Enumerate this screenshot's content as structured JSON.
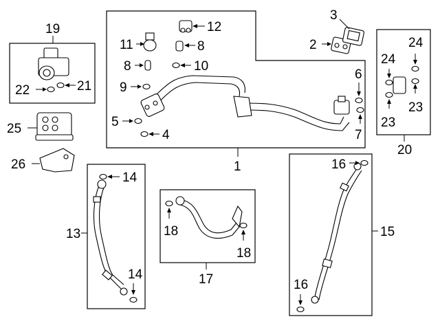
{
  "callouts": {
    "n1": "1",
    "n2": "2",
    "n3": "3",
    "n4": "4",
    "n5": "5",
    "n6": "6",
    "n7": "7",
    "n8a": "8",
    "n8b": "8",
    "n9": "9",
    "n10": "10",
    "n11": "11",
    "n12": "12",
    "n13": "13",
    "n14a": "14",
    "n14b": "14",
    "n15": "15",
    "n16a": "16",
    "n16b": "16",
    "n17": "17",
    "n18a": "18",
    "n18b": "18",
    "n19": "19",
    "n20": "20",
    "n21": "21",
    "n22": "22",
    "n23a": "23",
    "n23b": "23",
    "n24a": "24",
    "n24b": "24",
    "n25": "25",
    "n26": "26"
  }
}
